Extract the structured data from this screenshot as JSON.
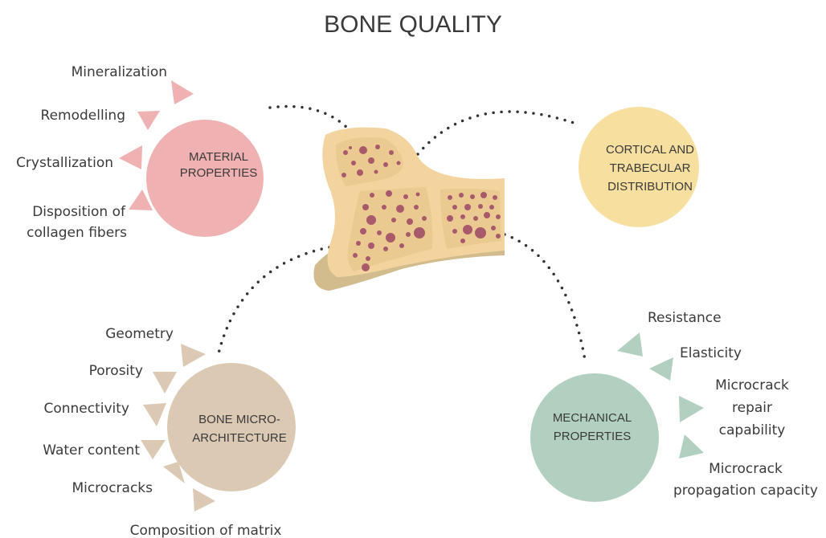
{
  "title": "BONE QUALITY",
  "colors": {
    "material": "#efb1b2",
    "cortical": "#f7df9f",
    "micro": "#dbc9b4",
    "mechanical": "#b2d0c0",
    "bone_outer": "#f3d49e",
    "bone_inner": "#ebca92",
    "bone_shadow": "#d2bb8c",
    "pore": "#a85a6b",
    "dots": "#333333"
  },
  "nodes": {
    "material": {
      "line1": "MATERIAL",
      "line2": "PROPERTIES"
    },
    "cortical": {
      "line1": "CORTICAL AND",
      "line2": "TRABECULAR",
      "line3": "DISTRIBUTION"
    },
    "micro": {
      "line1": "BONE MICRO-",
      "line2": "ARCHITECTURE"
    },
    "mechanical": {
      "line1": "MECHANICAL",
      "line2": "PROPERTIES"
    }
  },
  "material_items": {
    "mineralization": "Mineralization",
    "remodelling": "Remodelling",
    "crystallization": "Crystallization",
    "disposition_1": "Disposition of",
    "disposition_2": "collagen fibers"
  },
  "micro_items": {
    "geometry": "Geometry",
    "porosity": "Porosity",
    "connectivity": "Connectivity",
    "water": "Water content",
    "microcracks": "Microcracks",
    "composition": "Composition of matrix"
  },
  "mechanical_items": {
    "resistance": "Resistance",
    "elasticity": "Elasticity",
    "repair_1": "Microcrack",
    "repair_2": "repair",
    "repair_3": "capability",
    "propagation_1": "Microcrack",
    "propagation_2": "propagation capacity"
  }
}
